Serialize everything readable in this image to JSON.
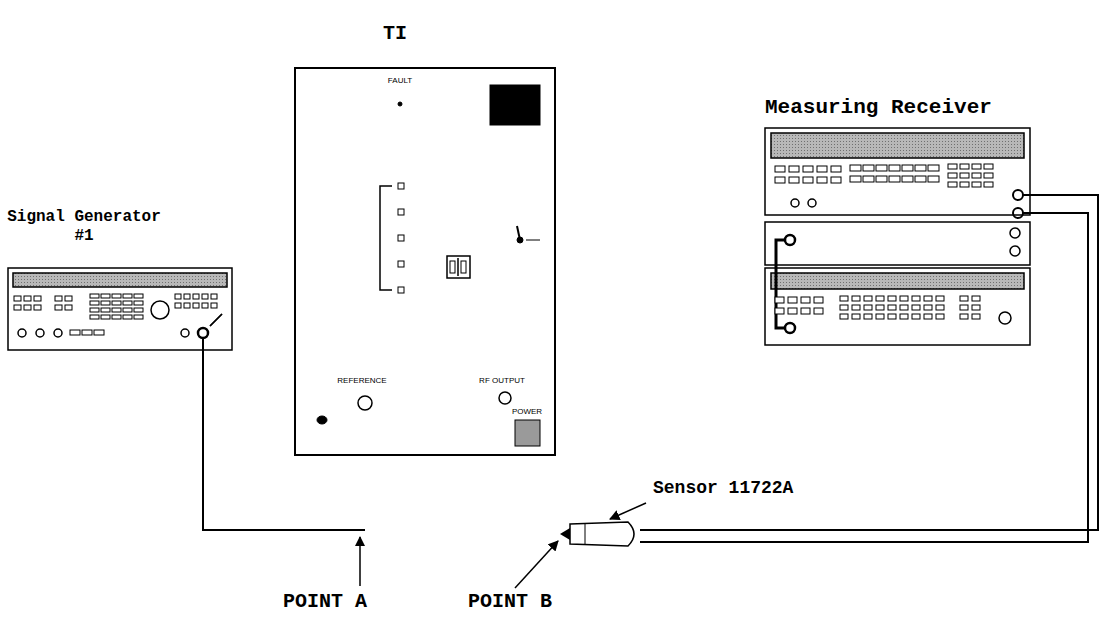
{
  "diagram": {
    "nodes": [
      {
        "text": [
          "TI"
        ]
      },
      {
        "text": [
          "Measuring Receiver"
        ]
      },
      {
        "text": [
          "Signal Generator #1"
        ]
      },
      {
        "text": [
          "Sensor 11722A"
        ]
      }
    ],
    "edges": [
      {
        "from": 3,
        "to": 1,
        "arrow": "none"
      }
    ],
    "labels": [
      "FAULT",
      "REFERENCE",
      "RF OUTPUT",
      "POWER",
      "POINT A",
      "POINT B"
    ]
  }
}
